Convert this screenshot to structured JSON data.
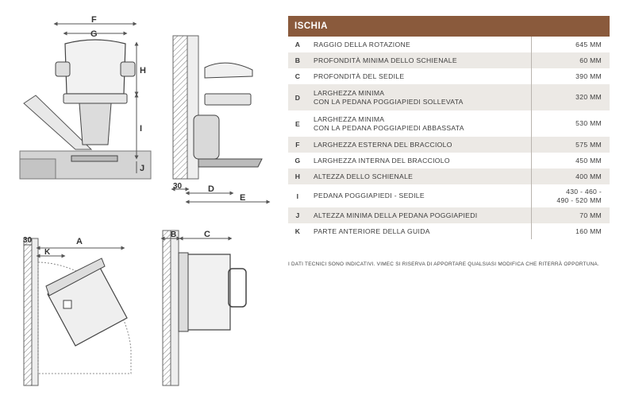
{
  "table": {
    "title": "ISCHIA",
    "rows": [
      {
        "key": "A",
        "desc": [
          "RAGGIO DELLA ROTAZIONE"
        ],
        "value": [
          "645 MM"
        ]
      },
      {
        "key": "B",
        "desc": [
          "PROFONDITÀ MINIMA DELLO SCHIENALE"
        ],
        "value": [
          "60 MM"
        ]
      },
      {
        "key": "C",
        "desc": [
          "PROFONDITÀ DEL SEDILE"
        ],
        "value": [
          "390 MM"
        ]
      },
      {
        "key": "D",
        "desc": [
          "LARGHEZZA MINIMA",
          "CON LA PEDANA POGGIAPIEDI SOLLEVATA"
        ],
        "value": [
          "320 MM"
        ]
      },
      {
        "key": "E",
        "desc": [
          "LARGHEZZA MINIMA",
          "CON LA PEDANA POGGIAPIEDI ABBASSATA"
        ],
        "value": [
          "530 MM"
        ]
      },
      {
        "key": "F",
        "desc": [
          "LARGHEZZA ESTERNA DEL BRACCIOLO"
        ],
        "value": [
          "575 MM"
        ]
      },
      {
        "key": "G",
        "desc": [
          "LARGHEZZA INTERNA DEL BRACCIOLO"
        ],
        "value": [
          "450 MM"
        ]
      },
      {
        "key": "H",
        "desc": [
          "ALTEZZA DELLO SCHIENALE"
        ],
        "value": [
          "400 MM"
        ]
      },
      {
        "key": "I",
        "desc": [
          "PEDANA POGGIAPIEDI - SEDILE"
        ],
        "value": [
          "430 - 460 -",
          "490 - 520 MM"
        ]
      },
      {
        "key": "J",
        "desc": [
          "ALTEZZA MINIMA DELLA PEDANA POGGIAPIEDI"
        ],
        "value": [
          "70 MM"
        ]
      },
      {
        "key": "K",
        "desc": [
          "PARTE ANTERIORE DELLA GUIDA"
        ],
        "value": [
          "160 MM"
        ]
      }
    ]
  },
  "footnote": "I DATI TECNICI SONO INDICATIVI. VIMEC SI RISERVA DI APPORTARE QUALSIASI MODIFICA CHE RITERRÀ OPPORTUNA.",
  "drawings": {
    "front_view": {
      "labels": [
        "F",
        "G",
        "H",
        "I",
        "J"
      ]
    },
    "side_view": {
      "labels": [
        "30",
        "D",
        "E"
      ]
    },
    "top_rotation_view": {
      "labels": [
        "30",
        "A",
        "K"
      ]
    },
    "top_view": {
      "labels": [
        "B",
        "C"
      ]
    }
  }
}
